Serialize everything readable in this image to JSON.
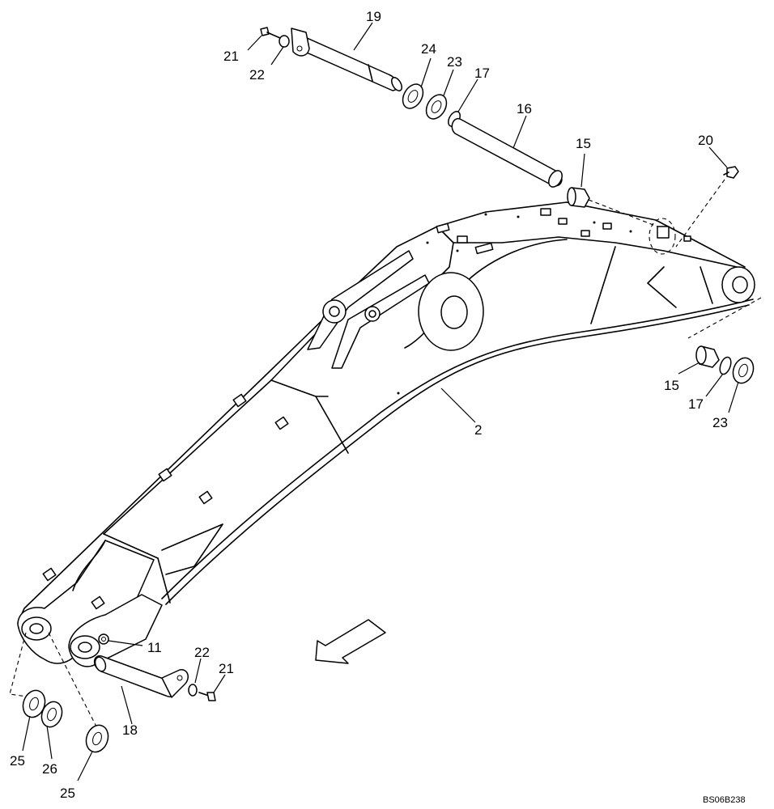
{
  "drawing_code": "BS06B238",
  "labels": {
    "boom": "2",
    "nut": "11",
    "bushing_top": "15",
    "bushing_right": "15",
    "pin_short": "16",
    "ring_top": "17",
    "ring_right": "17",
    "pin_bottom": "18",
    "pin_top": "19",
    "grease_fitting": "20",
    "bolt_top": "21",
    "bolt_bottom": "21",
    "washer_top": "22",
    "washer_bottom": "22",
    "shim_23_top": "23",
    "shim_23_right": "23",
    "shim_24": "24",
    "shim_25_left": "25",
    "shim_25_bottom": "25",
    "shim_26": "26"
  },
  "direction_arrow_icon": "front-direction-arrow-icon"
}
